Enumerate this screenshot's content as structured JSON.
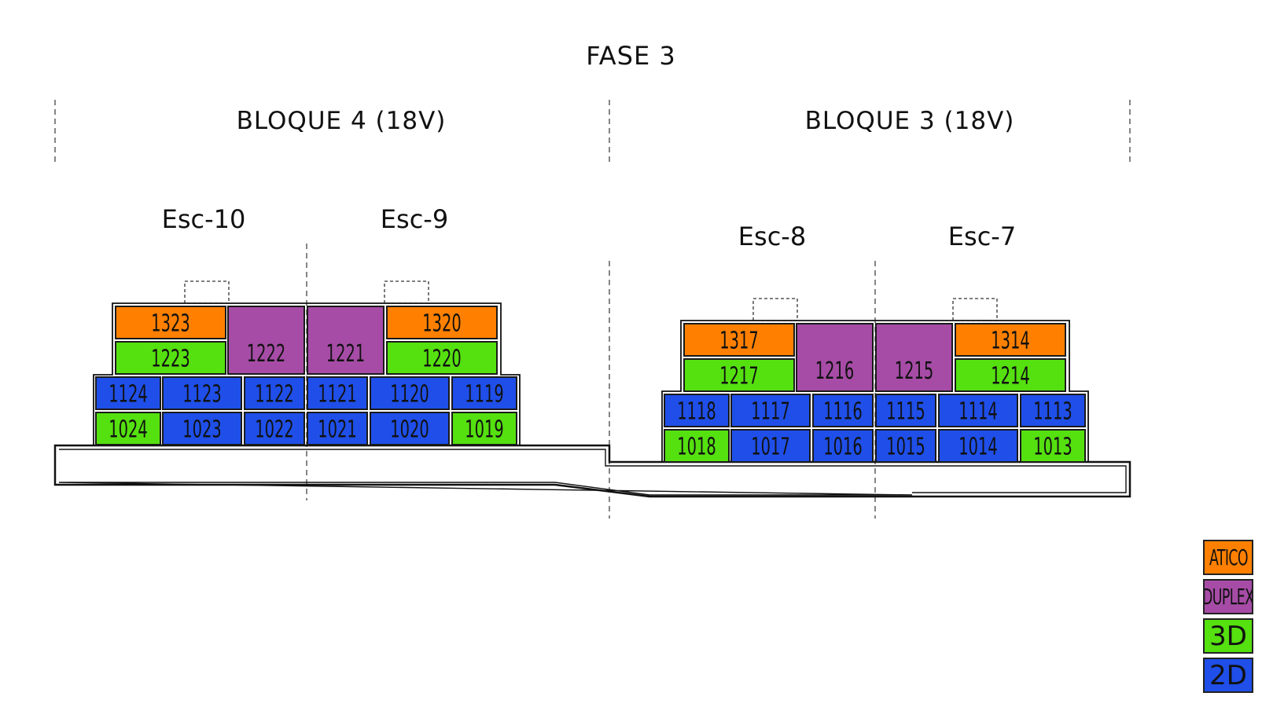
{
  "title": "FASE 3",
  "bloques": [
    {
      "label": "BLOQUE 4 (18V)"
    },
    {
      "label": "BLOQUE 3 (18V)"
    }
  ],
  "escaleras": [
    "Esc-10",
    "Esc-9",
    "Esc-8",
    "Esc-7"
  ],
  "colors": {
    "ATICO": "#ff8000",
    "DUPLEX": "#a64ca6",
    "3D": "#55e010",
    "2D": "#1f4fe8"
  },
  "legend": [
    {
      "type": "ATICO",
      "label": "ATICO"
    },
    {
      "type": "DUPLEX",
      "label": "DUPLEX"
    },
    {
      "type": "3D",
      "label": "3D"
    },
    {
      "type": "2D",
      "label": "2D"
    }
  ],
  "units": [
    {
      "id": "1323",
      "type": "ATICO"
    },
    {
      "id": "1320",
      "type": "ATICO"
    },
    {
      "id": "1223",
      "type": "3D"
    },
    {
      "id": "1222",
      "type": "DUPLEX"
    },
    {
      "id": "1221",
      "type": "DUPLEX"
    },
    {
      "id": "1220",
      "type": "3D"
    },
    {
      "id": "1124",
      "type": "2D"
    },
    {
      "id": "1123",
      "type": "2D"
    },
    {
      "id": "1122",
      "type": "2D"
    },
    {
      "id": "1121",
      "type": "2D"
    },
    {
      "id": "1120",
      "type": "2D"
    },
    {
      "id": "1119",
      "type": "2D"
    },
    {
      "id": "1024",
      "type": "3D"
    },
    {
      "id": "1023",
      "type": "2D"
    },
    {
      "id": "1022",
      "type": "2D"
    },
    {
      "id": "1021",
      "type": "2D"
    },
    {
      "id": "1020",
      "type": "2D"
    },
    {
      "id": "1019",
      "type": "3D"
    },
    {
      "id": "1317",
      "type": "ATICO"
    },
    {
      "id": "1314",
      "type": "ATICO"
    },
    {
      "id": "1217",
      "type": "3D"
    },
    {
      "id": "1216",
      "type": "DUPLEX"
    },
    {
      "id": "1215",
      "type": "DUPLEX"
    },
    {
      "id": "1214",
      "type": "3D"
    },
    {
      "id": "1118",
      "type": "2D"
    },
    {
      "id": "1117",
      "type": "2D"
    },
    {
      "id": "1116",
      "type": "2D"
    },
    {
      "id": "1115",
      "type": "2D"
    },
    {
      "id": "1114",
      "type": "2D"
    },
    {
      "id": "1113",
      "type": "2D"
    },
    {
      "id": "1018",
      "type": "3D"
    },
    {
      "id": "1017",
      "type": "2D"
    },
    {
      "id": "1016",
      "type": "2D"
    },
    {
      "id": "1015",
      "type": "2D"
    },
    {
      "id": "1014",
      "type": "2D"
    },
    {
      "id": "1013",
      "type": "3D"
    }
  ]
}
